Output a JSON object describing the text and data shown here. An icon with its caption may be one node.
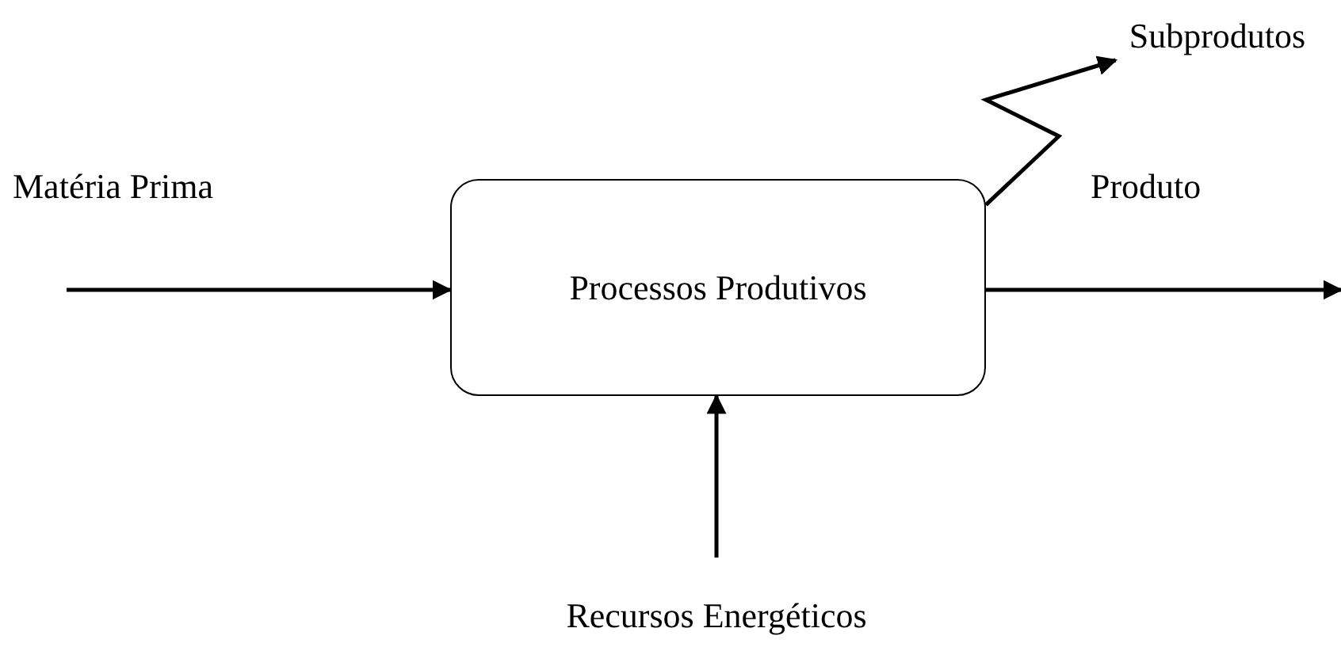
{
  "diagram": {
    "nodes": [
      {
        "text": [
          "Processos Produtivos"
        ]
      },
      {
        "text": [
          "Subprodutos"
        ]
      },
      {
        "text": [
          "Recursos Energéticos"
        ]
      }
    ],
    "edges": [
      {
        "from": null,
        "to": 0,
        "arrow": "to",
        "label": "Matéria Prima"
      },
      {
        "from": 0,
        "to": null,
        "arrow": "to",
        "label": "Produto"
      },
      {
        "from": 0,
        "to": 1,
        "arrow": "to"
      },
      {
        "from": 2,
        "to": 0,
        "arrow": "to"
      }
    ]
  }
}
